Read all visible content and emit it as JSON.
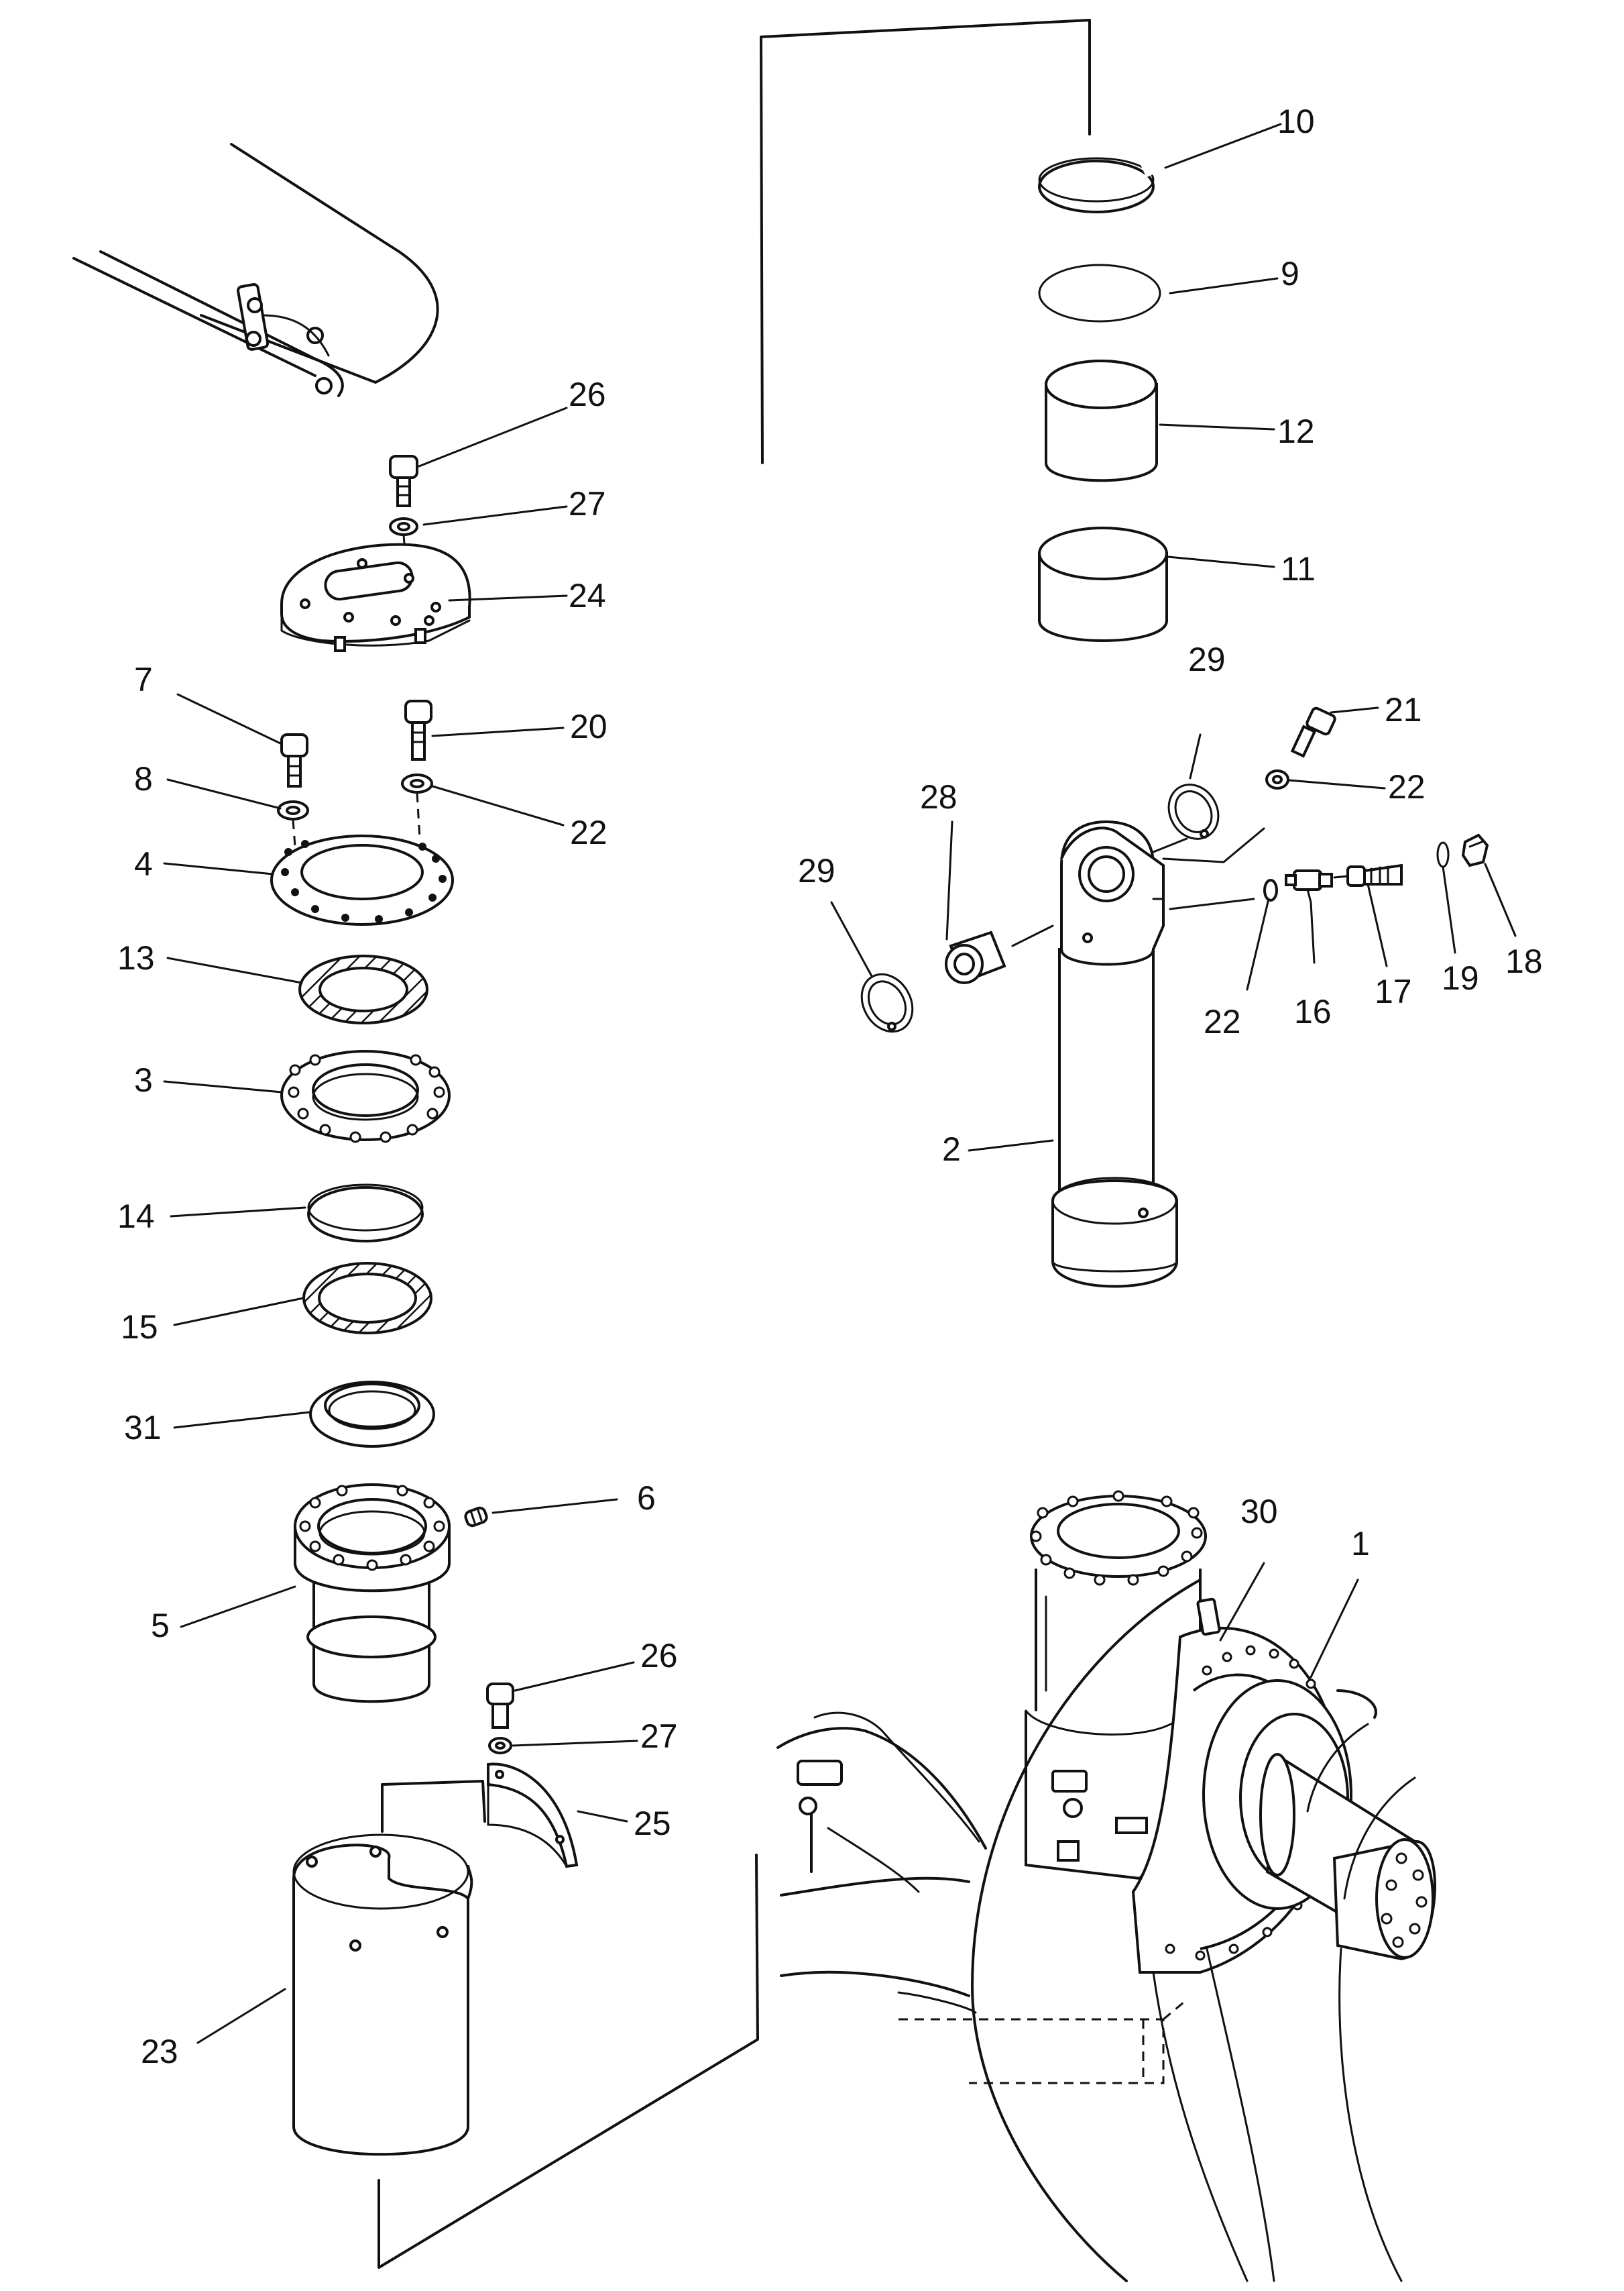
{
  "diagram": {
    "parts": [
      {
        "id": "p1",
        "number": "1"
      },
      {
        "id": "p2",
        "number": "2"
      },
      {
        "id": "p3",
        "number": "3"
      },
      {
        "id": "p4",
        "number": "4"
      },
      {
        "id": "p5",
        "number": "5"
      },
      {
        "id": "p6",
        "number": "6"
      },
      {
        "id": "p7",
        "number": "7"
      },
      {
        "id": "p8",
        "number": "8"
      },
      {
        "id": "p9",
        "number": "9"
      },
      {
        "id": "p10",
        "number": "10"
      },
      {
        "id": "p11",
        "number": "11"
      },
      {
        "id": "p12",
        "number": "12"
      },
      {
        "id": "p13",
        "number": "13"
      },
      {
        "id": "p14",
        "number": "14"
      },
      {
        "id": "p15",
        "number": "15"
      },
      {
        "id": "p16",
        "number": "16"
      },
      {
        "id": "p17",
        "number": "17"
      },
      {
        "id": "p18",
        "number": "18"
      },
      {
        "id": "p19",
        "number": "19"
      },
      {
        "id": "p20",
        "number": "20"
      },
      {
        "id": "p21",
        "number": "21"
      },
      {
        "id": "p22a",
        "number": "22"
      },
      {
        "id": "p22b",
        "number": "22"
      },
      {
        "id": "p22c",
        "number": "22"
      },
      {
        "id": "p23",
        "number": "23"
      },
      {
        "id": "p24",
        "number": "24"
      },
      {
        "id": "p25",
        "number": "25"
      },
      {
        "id": "p26a",
        "number": "26"
      },
      {
        "id": "p26b",
        "number": "26"
      },
      {
        "id": "p27a",
        "number": "27"
      },
      {
        "id": "p27b",
        "number": "27"
      },
      {
        "id": "p28",
        "number": "28"
      },
      {
        "id": "p29a",
        "number": "29"
      },
      {
        "id": "p29b",
        "number": "29"
      },
      {
        "id": "p30",
        "number": "30"
      },
      {
        "id": "p31",
        "number": "31"
      }
    ]
  }
}
